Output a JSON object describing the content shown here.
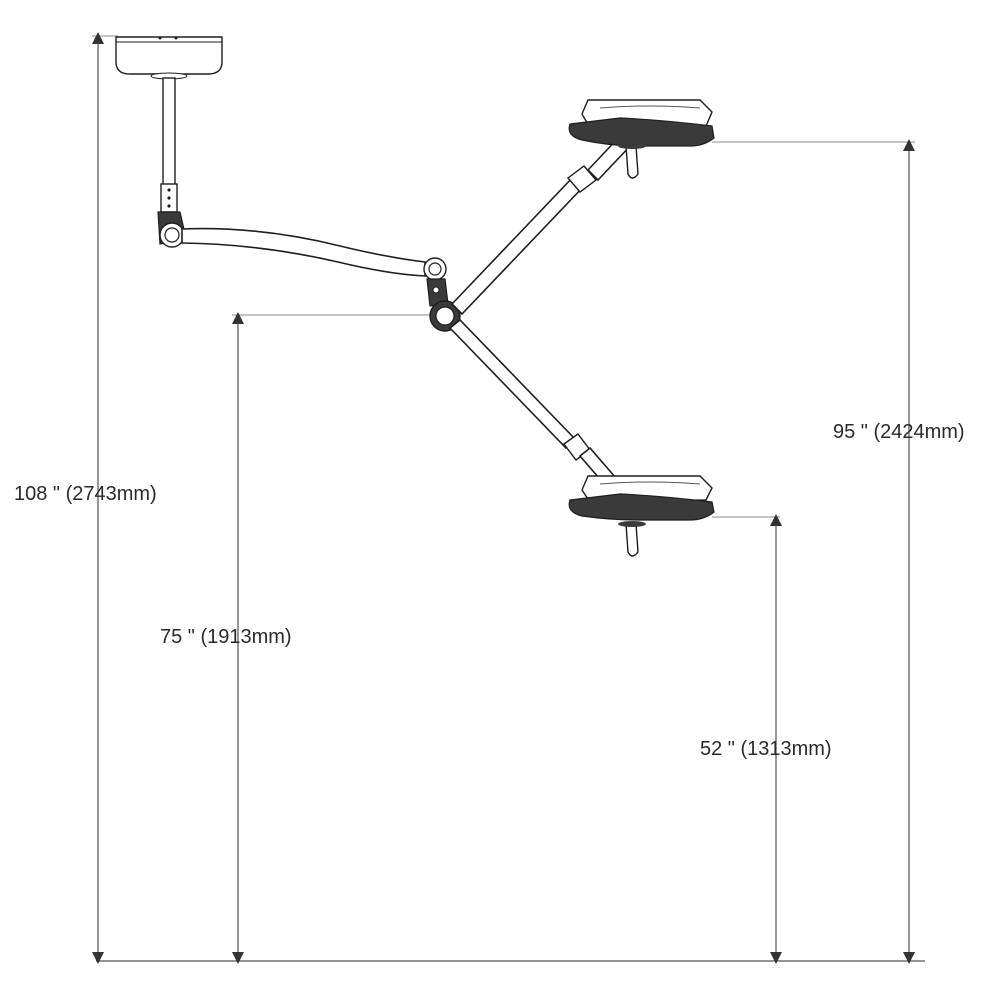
{
  "dimensions": {
    "total_height": "108 \" (2743mm)",
    "joint_height": "75 \" (1913mm)",
    "upper_head_height": "95 \" (2424mm)",
    "lower_head_height": "52 \" (1313mm)"
  },
  "colors": {
    "line": "#1e1e1e",
    "dimension": "#555555",
    "text": "#2a2a2a"
  }
}
